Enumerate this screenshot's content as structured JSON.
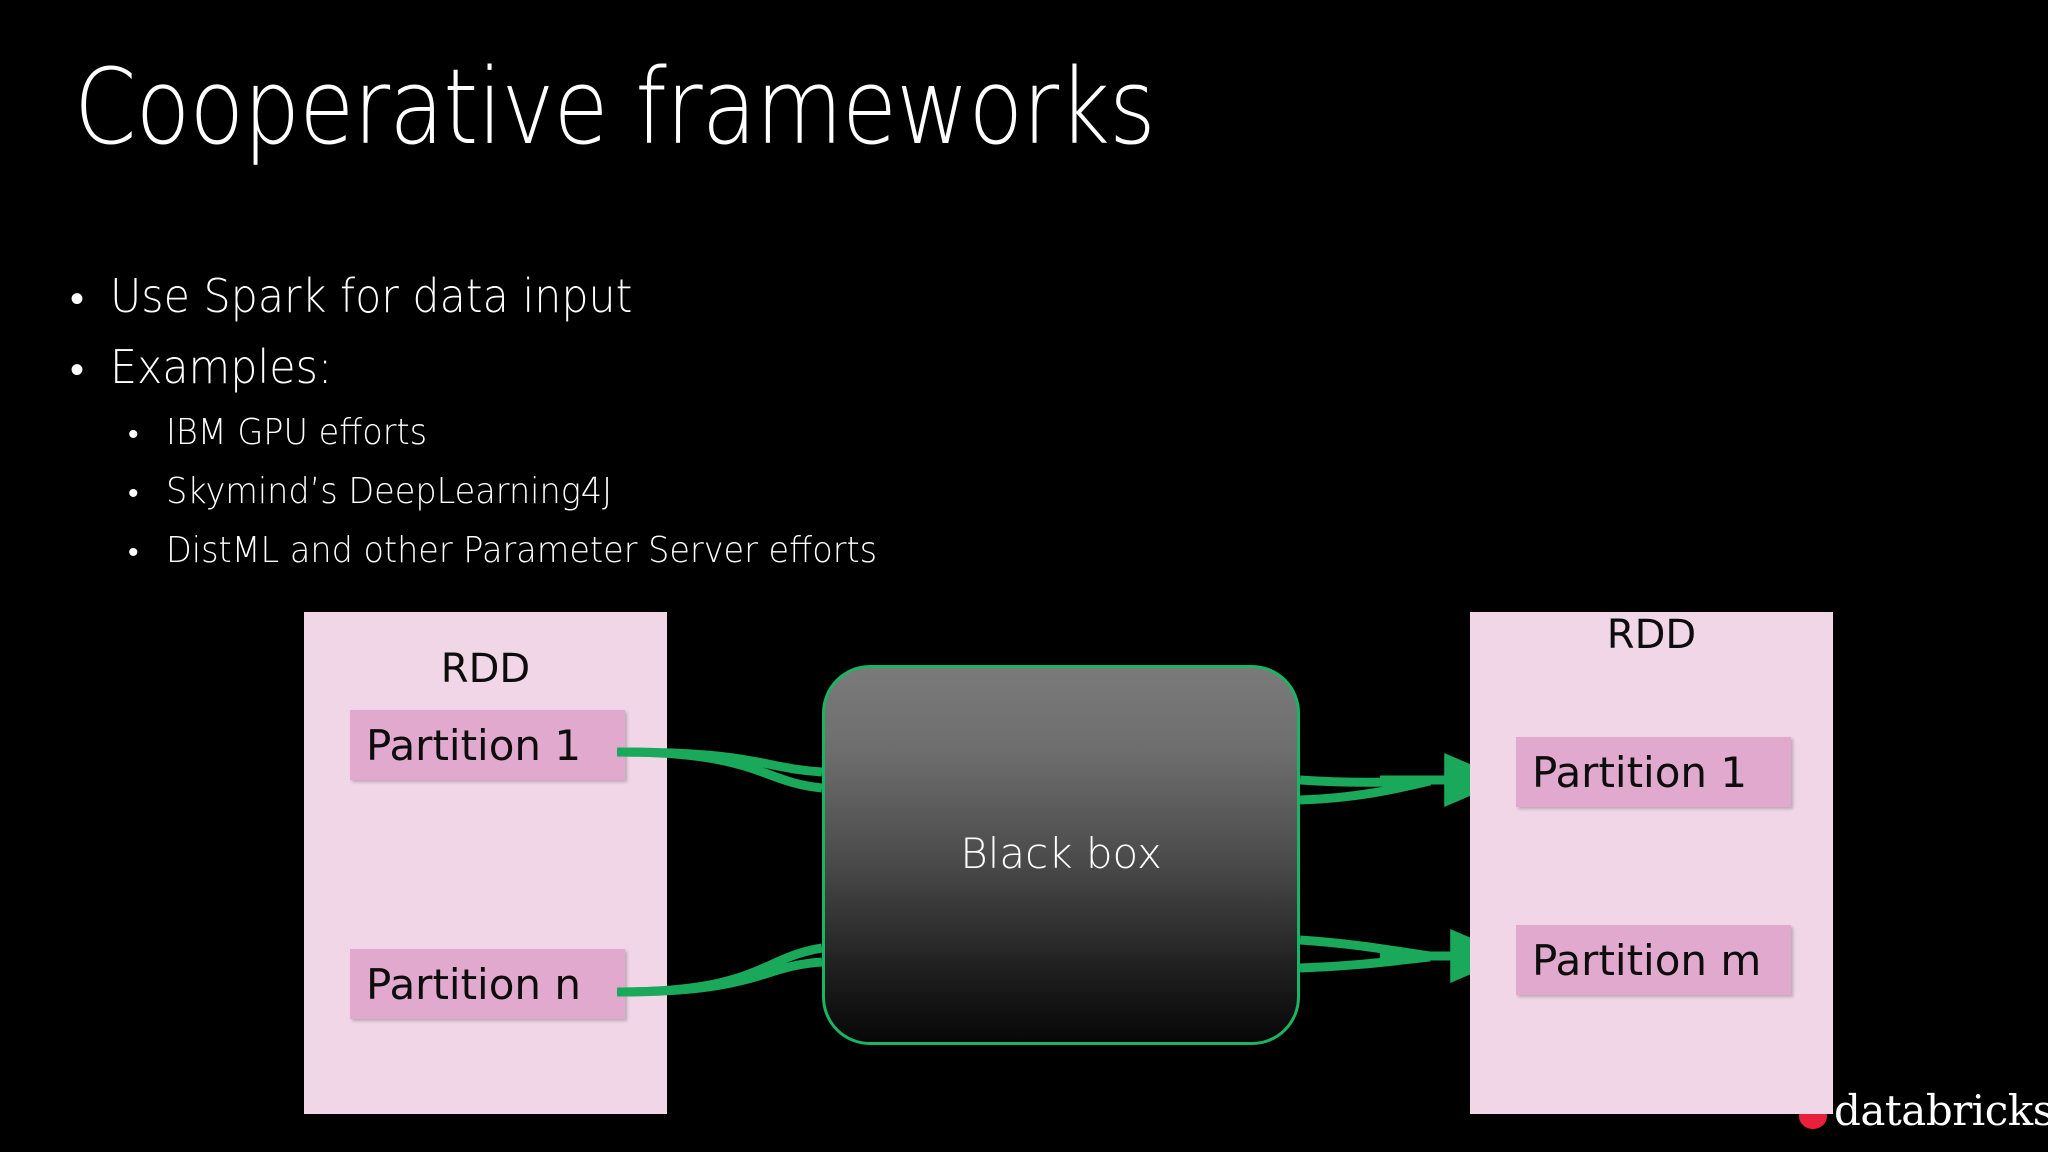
{
  "slide": {
    "title": "Cooperative frameworks",
    "background_color": "#000000",
    "text_color": "#ffffff"
  },
  "bullets": [
    {
      "level": 1,
      "marker": "•",
      "text": "Use Spark for data input"
    },
    {
      "level": 1,
      "marker": "•",
      "text": "Examples:"
    },
    {
      "level": 2,
      "marker": "•",
      "text": "IBM GPU efforts"
    },
    {
      "level": 2,
      "marker": "•",
      "text": "Skymind’s DeepLearning4J"
    },
    {
      "level": 2,
      "marker": "•",
      "text": "DistML and other Parameter Server efforts"
    }
  ],
  "diagram": {
    "colors": {
      "rdd_fill": "#f0d6e6",
      "partition_fill": "#e1a9ce",
      "connector_green": "#1aa85a",
      "black_box_border": "#19b562"
    },
    "left_rdd": {
      "label": "RDD",
      "partitions": [
        {
          "label": "Partition 1"
        },
        {
          "label": "Partition n"
        }
      ]
    },
    "black_box": {
      "label": "Black box"
    },
    "right_rdd": {
      "label": "RDD",
      "partitions": [
        {
          "label": "Partition 1"
        },
        {
          "label": "Partition m"
        }
      ]
    }
  },
  "branding": {
    "wordmark": "databricks",
    "mark_color": "#e8203a"
  }
}
